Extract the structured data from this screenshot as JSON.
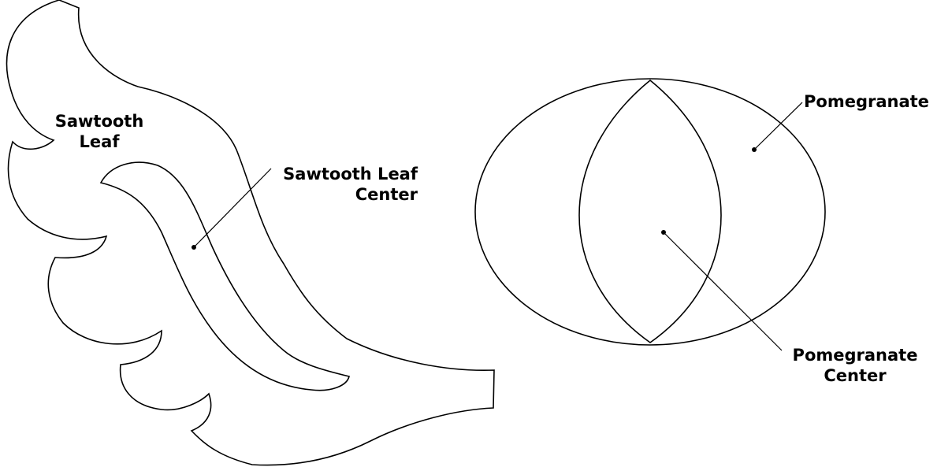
{
  "labels": {
    "sawtooth_leaf": [
      "Sawtooth",
      "Leaf"
    ],
    "sawtooth_leaf_center": [
      "Sawtooth Leaf",
      "Center"
    ],
    "pomegranate": "Pomegranate",
    "pomegranate_center": [
      "Pomegranate",
      "Center"
    ]
  },
  "colors": {
    "stroke": "#000000",
    "background": "#ffffff",
    "text": "#000000"
  }
}
